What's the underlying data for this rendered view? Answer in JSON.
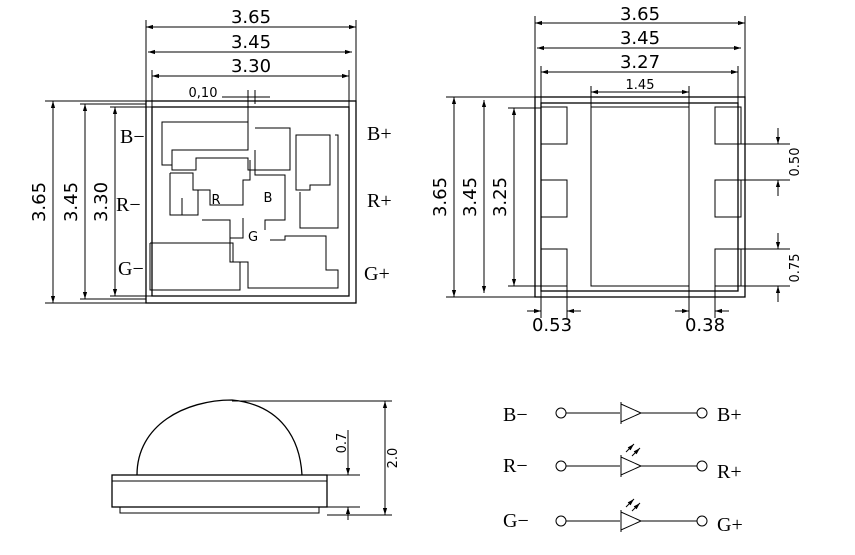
{
  "top_view": {
    "width_dims": [
      "3.65",
      "3.45",
      "3.30"
    ],
    "gap_dim": "0,10",
    "height_dims": [
      "3.65",
      "3.45",
      "3.30"
    ],
    "left_pins": [
      "B−",
      "R−",
      "G−"
    ],
    "right_pins": [
      "B+",
      "R+",
      "G+"
    ],
    "die_labels": [
      "R",
      "B",
      "G"
    ]
  },
  "bottom_view": {
    "width_dims": [
      "3.65",
      "3.45",
      "3.27",
      "1.45"
    ],
    "height_dims": [
      "3.65",
      "3.45",
      "3.25"
    ],
    "pad_dims": [
      "0.50",
      "0.75"
    ],
    "bottom_dims": [
      "0.53",
      "0.38"
    ]
  },
  "side_view": {
    "dims": [
      "0.7",
      "2.0"
    ]
  },
  "schematic": {
    "rows": [
      {
        "left": "B−",
        "right": "B+"
      },
      {
        "left": "R−",
        "right": "R+"
      },
      {
        "left": "G−",
        "right": "G+"
      }
    ]
  }
}
